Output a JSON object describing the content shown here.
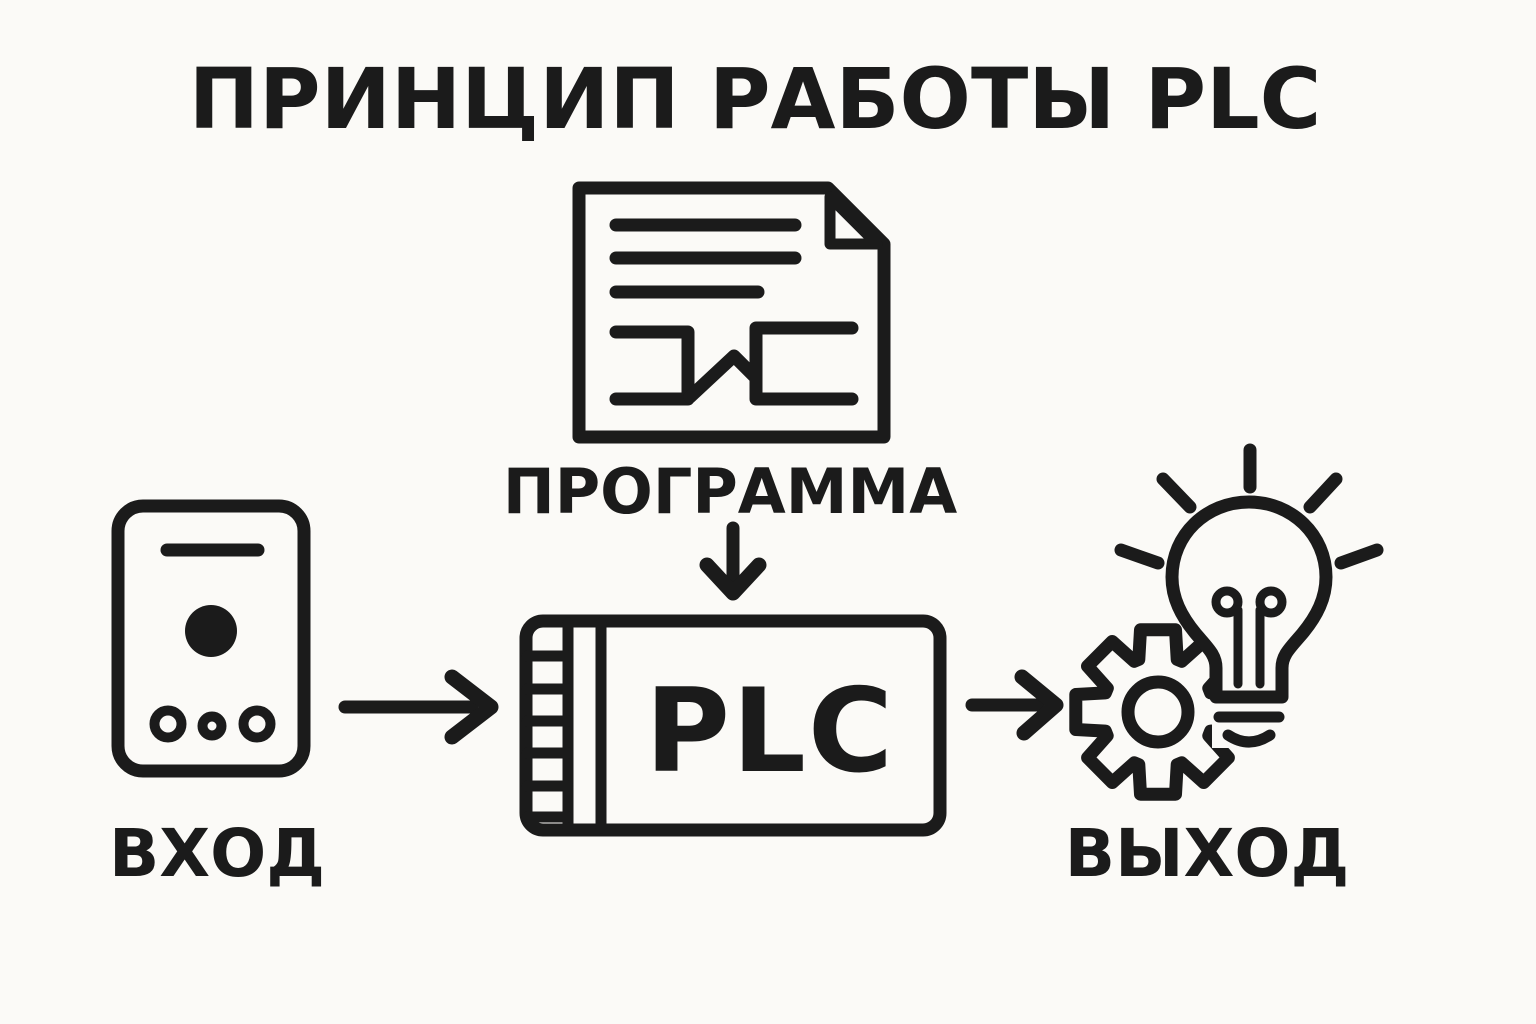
{
  "theme": {
    "background": "#fbfaf7",
    "ink": "#1b1b1b"
  },
  "title": "ПРИНЦИП РАБОТЫ PLC",
  "diagram": {
    "program": {
      "label": "ПРОГРАММА",
      "icon": "program-document-icon"
    },
    "input": {
      "label": "ВХОД",
      "icon": "input-device-icon"
    },
    "controller": {
      "label": "PLC",
      "icon": "plc-box-icon"
    },
    "output": {
      "label": "ВЫХОД",
      "icons": [
        "gear-icon",
        "lightbulb-icon"
      ]
    },
    "arrows": [
      {
        "from": "program",
        "to": "controller",
        "direction": "down"
      },
      {
        "from": "input",
        "to": "controller",
        "direction": "right"
      },
      {
        "from": "controller",
        "to": "output",
        "direction": "right"
      }
    ]
  }
}
